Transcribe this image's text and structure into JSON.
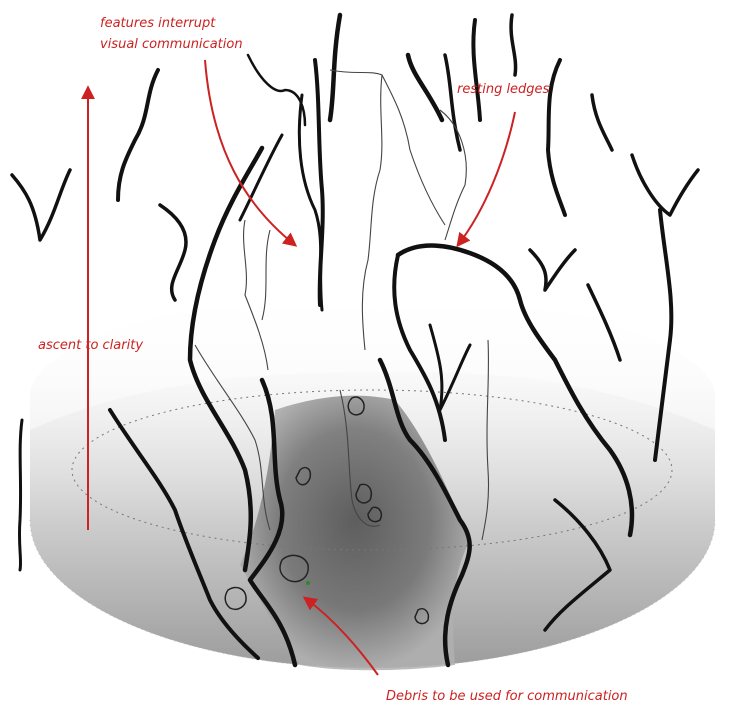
{
  "annotations": {
    "features_line1": "features interrupt",
    "features_line2": "visual communication",
    "ledges": "resting ledges",
    "ascent": "ascent to clarity",
    "debris": "Debris to be used for communication"
  },
  "colors": {
    "annotation": "#cc2222",
    "ink": "#111111",
    "shade_dark": "#3a3a3a",
    "background": "#ffffff"
  }
}
